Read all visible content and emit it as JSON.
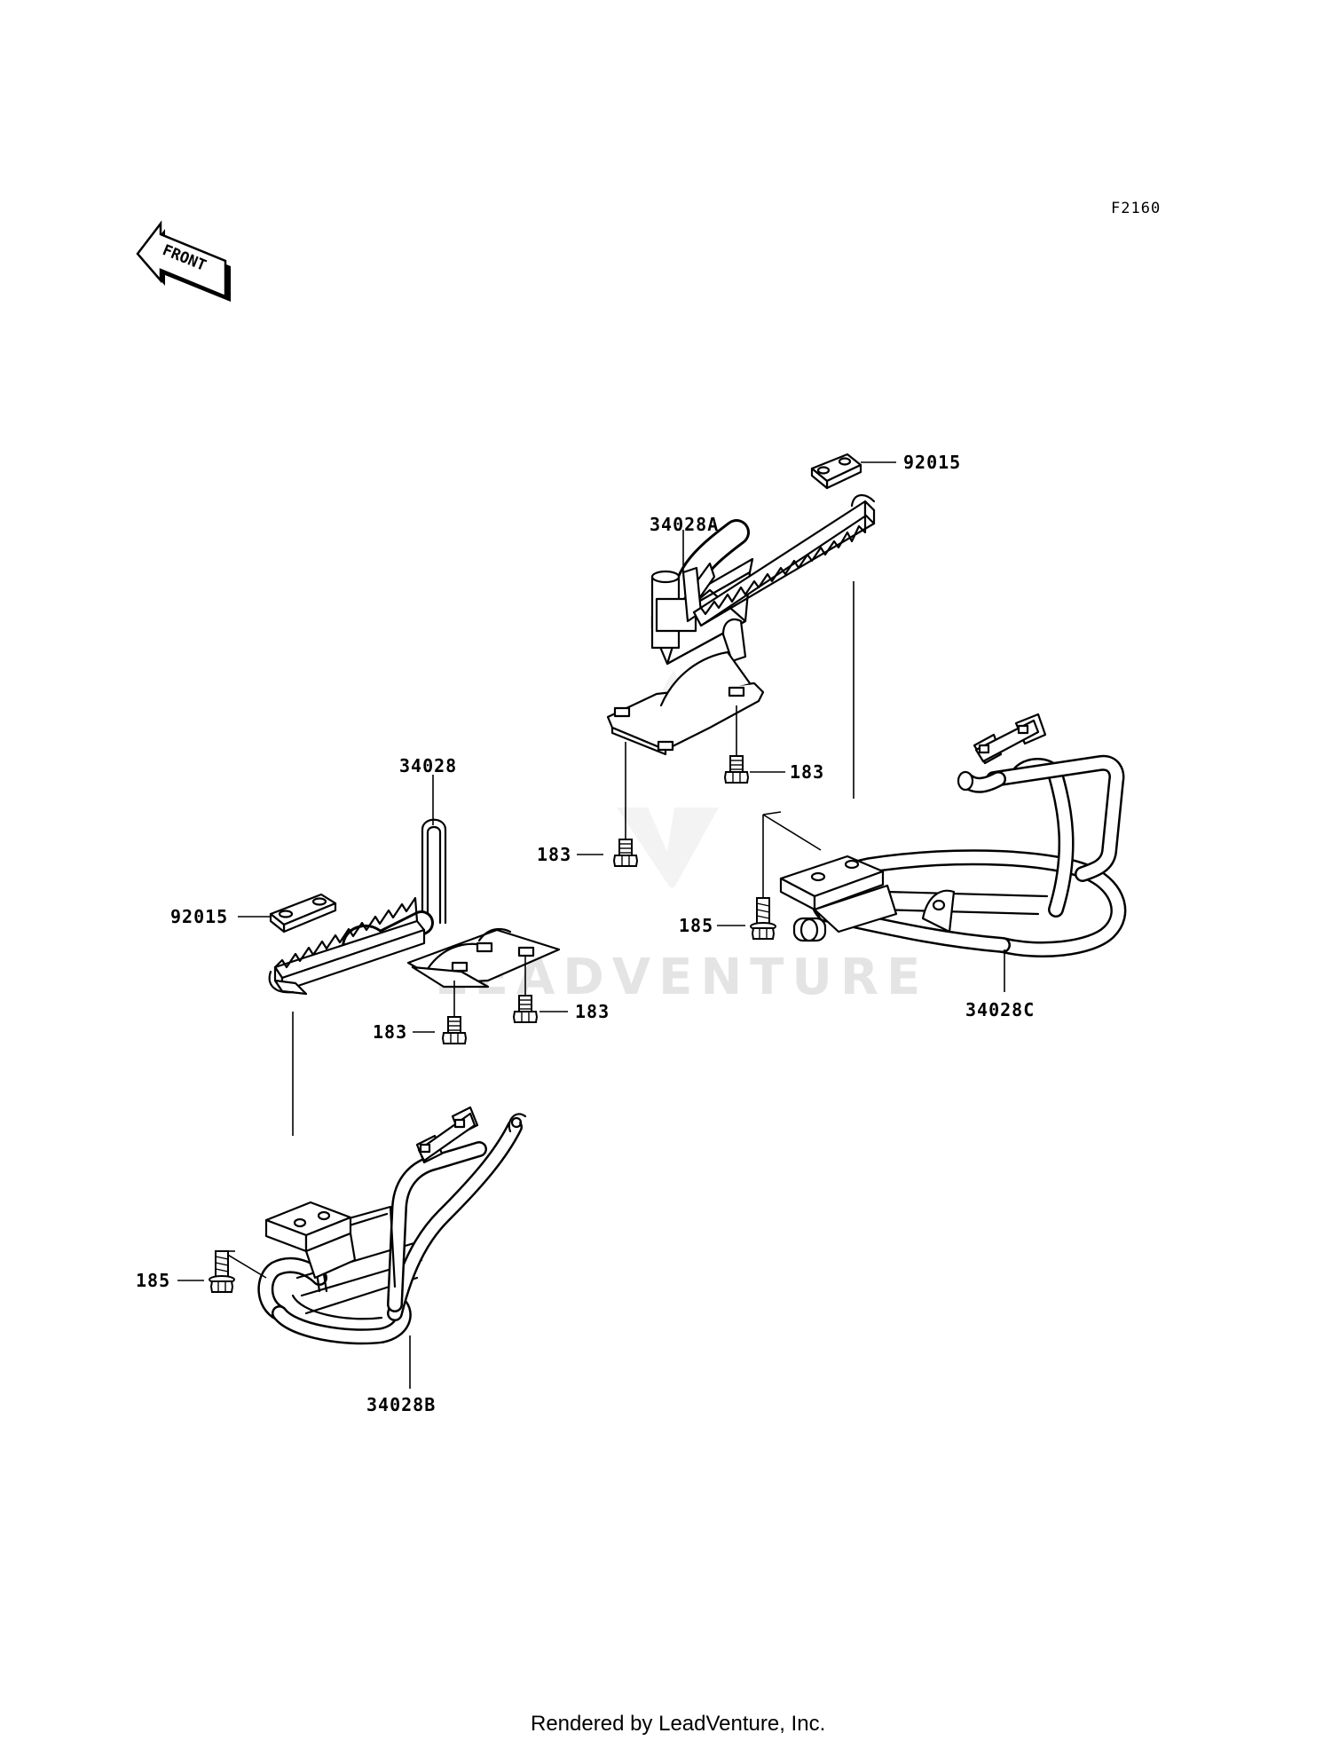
{
  "diagram": {
    "code": "F2160",
    "front_indicator": "FRONT",
    "watermark": "LEADVENTURE",
    "footer": "Rendered by LeadVenture, Inc.",
    "labels": {
      "p92015_right": "92015",
      "p34028A": "34028A",
      "p183_r1": "183",
      "p183_r2": "183",
      "p185_right": "185",
      "p34028C": "34028C",
      "p34028": "34028",
      "p92015_left": "92015",
      "p183_l1": "183",
      "p183_l2": "183",
      "p185_left": "185",
      "p34028B": "34028B"
    }
  }
}
